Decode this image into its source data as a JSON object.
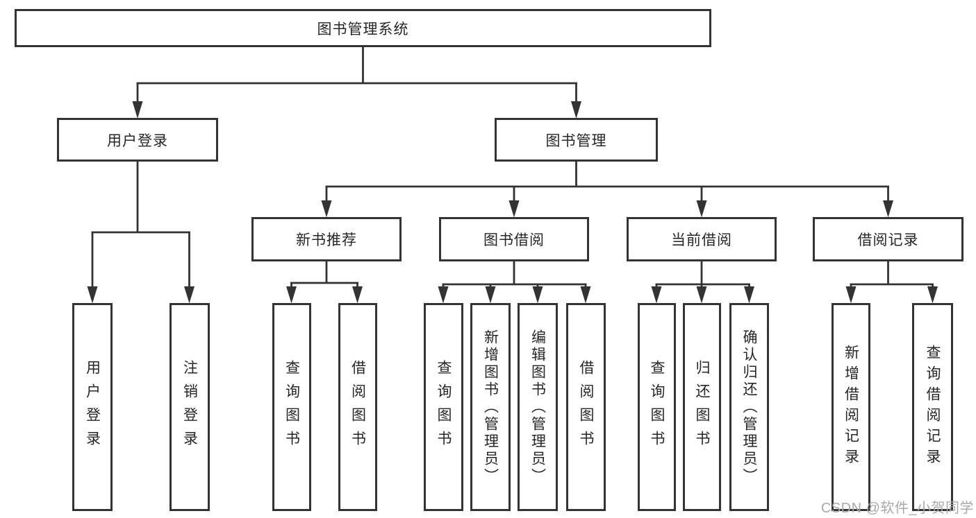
{
  "colors": {
    "line": "#333333",
    "box_border": "#333333",
    "text": "#262626",
    "box_background": "#ffffff",
    "watermark": "#a9a9a9"
  },
  "root": {
    "label": "图书管理系统"
  },
  "branches": [
    {
      "label": "用户登录",
      "children": [
        {
          "label": "用户登录"
        },
        {
          "label": "注销登录"
        }
      ]
    },
    {
      "label": "图书管理",
      "children": [
        {
          "label": "新书推荐",
          "children": [
            {
              "label": "查询图书"
            },
            {
              "label": "借阅图书"
            }
          ]
        },
        {
          "label": "图书借阅",
          "children": [
            {
              "label": "查询图书"
            },
            {
              "label": "新增图书（管理员）"
            },
            {
              "label": "编辑图书（管理员）"
            },
            {
              "label": "借阅图书"
            }
          ]
        },
        {
          "label": "当前借阅",
          "children": [
            {
              "label": "查询图书"
            },
            {
              "label": "归还图书"
            },
            {
              "label": "确认归还（管理员）"
            }
          ]
        },
        {
          "label": "借阅记录",
          "children": [
            {
              "label": "新增借阅记录"
            },
            {
              "label": "查询借阅记录"
            }
          ]
        }
      ]
    }
  ],
  "watermark": {
    "text": "CSDN @软件_小贺同学"
  }
}
